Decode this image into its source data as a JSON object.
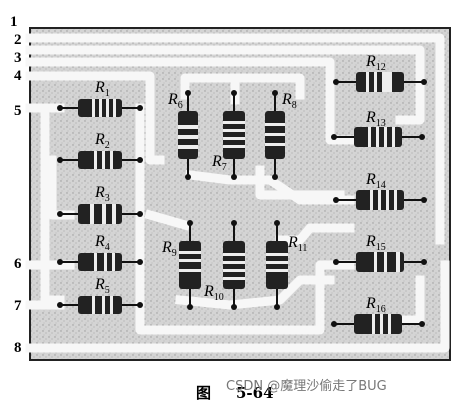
{
  "terminals": [
    "1",
    "2",
    "3",
    "4",
    "5",
    "6",
    "7",
    "8"
  ],
  "resistors": {
    "r1": {
      "letter": "R",
      "sub": "1"
    },
    "r2": {
      "letter": "R",
      "sub": "2"
    },
    "r3": {
      "letter": "R",
      "sub": "3"
    },
    "r4": {
      "letter": "R",
      "sub": "4"
    },
    "r5": {
      "letter": "R",
      "sub": "5"
    },
    "r6": {
      "letter": "R",
      "sub": "6"
    },
    "r7": {
      "letter": "R",
      "sub": "7"
    },
    "r8": {
      "letter": "R",
      "sub": "8"
    },
    "r9": {
      "letter": "R",
      "sub": "9"
    },
    "r10": {
      "letter": "R",
      "sub": "10"
    },
    "r11": {
      "letter": "R",
      "sub": "11"
    },
    "r12": {
      "letter": "R",
      "sub": "12"
    },
    "r13": {
      "letter": "R",
      "sub": "13"
    },
    "r14": {
      "letter": "R",
      "sub": "14"
    },
    "r15": {
      "letter": "R",
      "sub": "15"
    },
    "r16": {
      "letter": "R",
      "sub": "16"
    }
  },
  "caption": {
    "prefix": "图",
    "number": "5-64"
  },
  "watermark": "CSDN @魔理沙偷走了BUG",
  "colors": {
    "board": "#d9d9d9",
    "trace": "#f7f7f7",
    "outline": "#1a1a1a",
    "resistor_body": "#222222"
  }
}
